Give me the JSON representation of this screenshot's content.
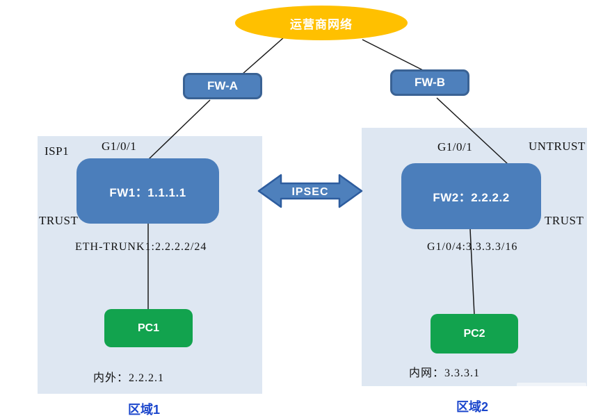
{
  "diagram": {
    "cloud": {
      "label": "运营商网络"
    },
    "nodes": {
      "fw_a": {
        "label": "FW-A"
      },
      "fw_b": {
        "label": "FW-B"
      },
      "fw1": {
        "label": "FW1：1.1.1.1"
      },
      "fw2": {
        "label": "FW2：2.2.2.2"
      },
      "pc1": {
        "label": "PC1"
      },
      "pc2": {
        "label": "PC2"
      }
    },
    "tunnel": {
      "label": "IPSEC"
    },
    "labels": {
      "isp1": "ISP1",
      "fw1_wan_interface": "G1/0/1",
      "trust_left": "TRUST",
      "fw1_lan_interface": "ETH-TRUNK1:2.2.2.2/24",
      "pc1_ip": "内外：2.2.2.1",
      "fw2_wan_interface": "G1/0/1",
      "untrust": "UNTRUST",
      "trust_right": "TRUST",
      "fw2_lan_interface": "G1/0/4:3.3.3.3/16",
      "pc2_ip": "内网：3.3.3.1",
      "zone1": "区域1",
      "zone2": "区域2"
    },
    "colors": {
      "cloud_fill": "#FFC000",
      "firewall_fill": "#4E80BC",
      "firewall_border": "#3A6294",
      "pc_fill": "#12A34E",
      "region_fill": "#DEE7F2",
      "zone_label_text": "#1B46CC",
      "connector_line": "#1A1A1A",
      "node_text": "#FFFFFF"
    }
  }
}
